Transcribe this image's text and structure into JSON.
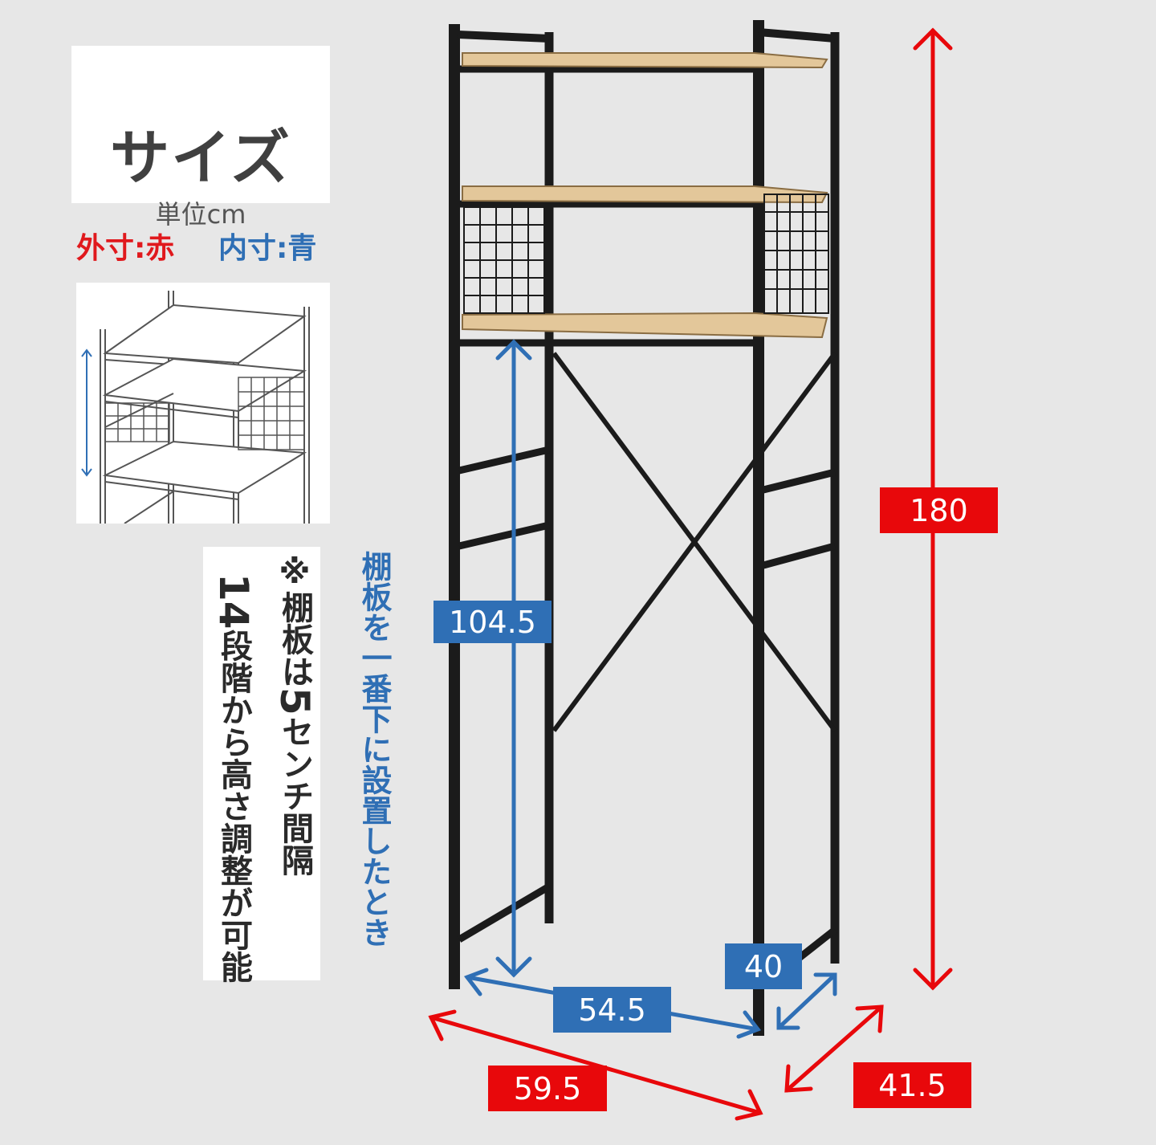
{
  "heading": {
    "title": "サイズ",
    "unit": "単位cm"
  },
  "legend": {
    "outer": "外寸:赤",
    "inner": "内寸:青"
  },
  "note": {
    "col1_prefix": "※棚板は",
    "col1_number": "5",
    "col1_suffix": "センチ間隔",
    "col2_number": "14",
    "col2_text": "段階から高さ調整が可能"
  },
  "blue_note": "棚板を一番下に設置したとき",
  "dimensions": {
    "outer_height": "180",
    "outer_width": "59.5",
    "outer_depth": "41.5",
    "inner_height": "104.5",
    "inner_width": "54.5",
    "inner_depth": "40"
  },
  "colors": {
    "outer": "#e8080b",
    "inner": "#2f6fb5",
    "frame": "#1b1b1b",
    "shelf": "#e3c79a"
  }
}
